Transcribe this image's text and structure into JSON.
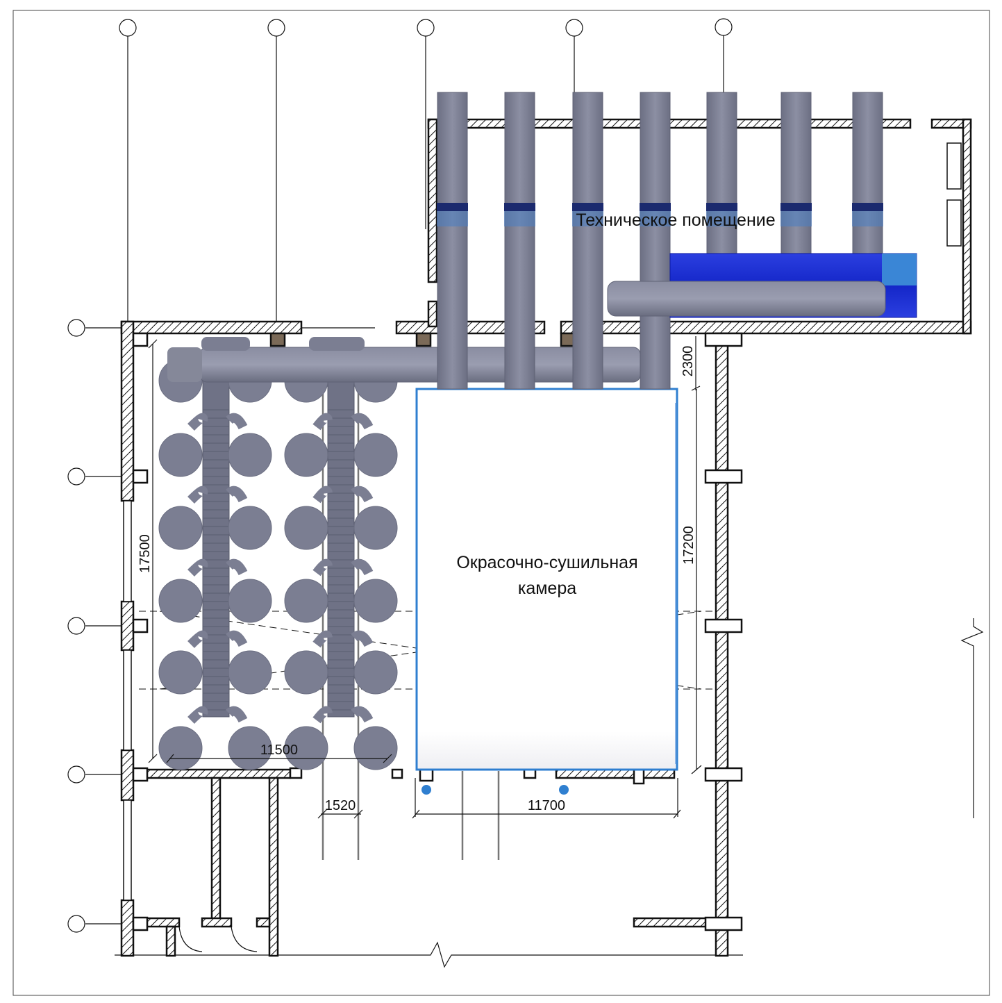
{
  "labels": {
    "tech_room": "Техническое помещение",
    "booth_line1": "Окрасочно-сушильная",
    "booth_line2": "камера"
  },
  "dimensions": {
    "top_gap": "2300",
    "left_height": "17500",
    "booth_height": "17200",
    "aisle_width": "11500",
    "rail_gauge": "1520",
    "booth_width": "11700"
  },
  "colors": {
    "wall": "#111111",
    "duct": "#7b7e92",
    "duct_dark": "#5f6275",
    "air_unit": "#1a2fd6",
    "booth_edge": "#2f7fd0"
  }
}
